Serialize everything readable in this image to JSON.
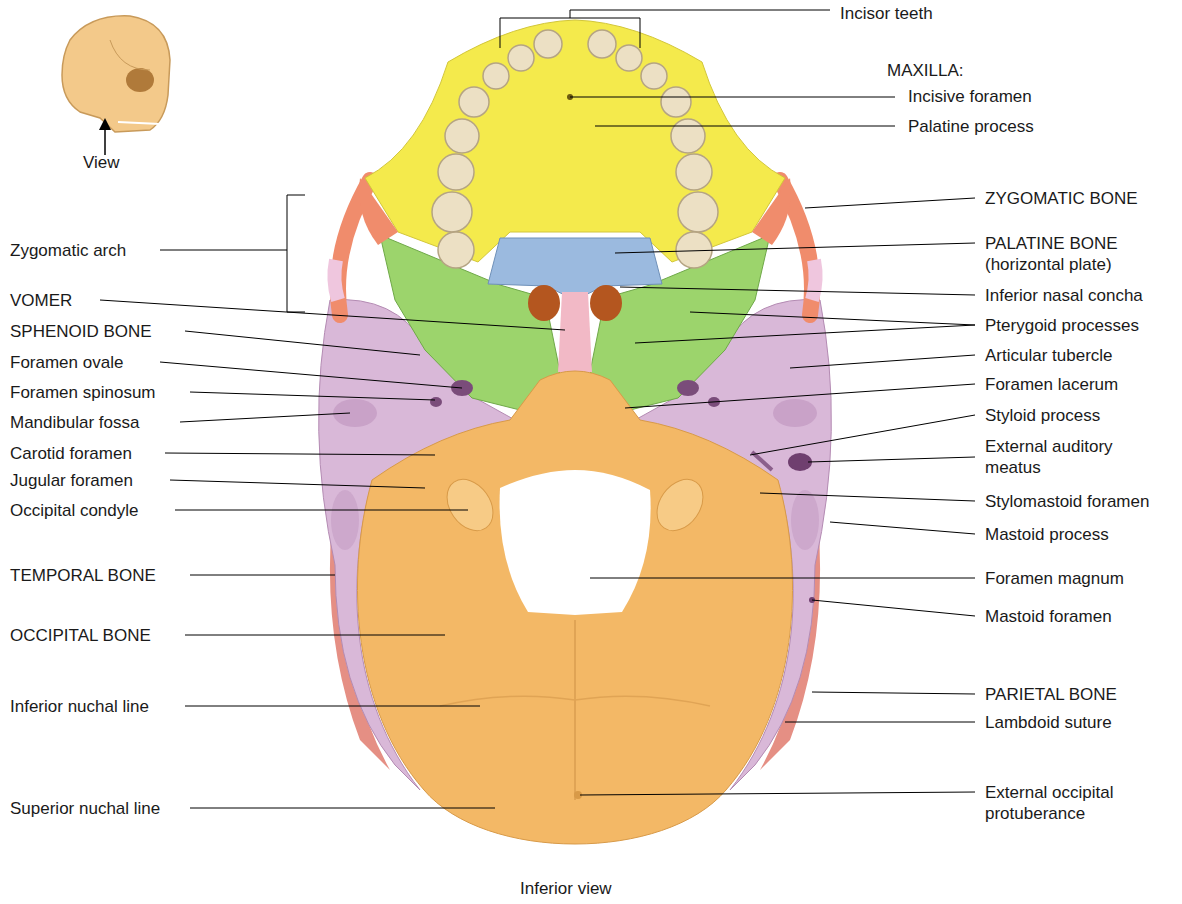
{
  "diagram": {
    "caption": "Inferior view",
    "labels": [
      "Incisor teeth",
      "MAXILLA:",
      "Incisive foramen",
      "Palatine process",
      "ZYGOMATIC BONE",
      "Zygomatic arch",
      "PALATINE BONE (horizontal plate)",
      "Inferior nasal concha",
      "VOMER",
      "SPHENOID BONE",
      "Pterygoid processes",
      "Articular tubercle",
      "Foramen ovale",
      "Foramen lacerum",
      "Foramen spinosum",
      "Styloid process",
      "Mandibular fossa",
      "External auditory meatus",
      "Carotid foramen",
      "Jugular foramen",
      "Stylomastoid foramen",
      "Occipital condyle",
      "Mastoid process",
      "TEMPORAL BONE",
      "Foramen magnum",
      "Mastoid foramen",
      "OCCIPITAL BONE",
      "PARIETAL BONE",
      "Inferior nuchal line",
      "Lambdoid suture",
      "Superior nuchal line",
      "External occipital protuberance",
      "View"
    ]
  }
}
